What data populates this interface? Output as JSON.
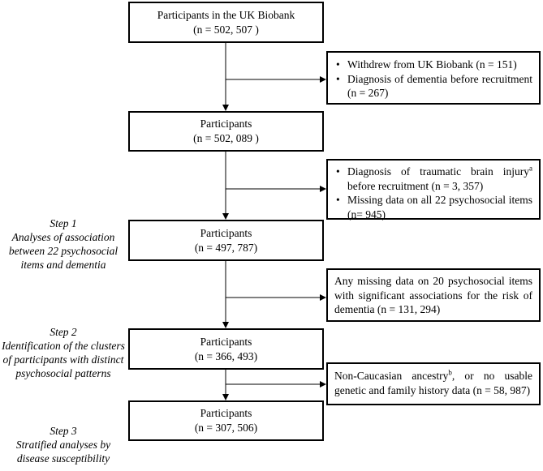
{
  "main_boxes": [
    {
      "title": "Participants in the UK Biobank",
      "count": "(n = 502, 507 )"
    },
    {
      "title": "Participants",
      "count": "(n = 502, 089 )"
    },
    {
      "title": "Participants",
      "count": "(n = 497, 787)"
    },
    {
      "title": "Participants",
      "count": "(n = 366, 493)"
    },
    {
      "title": "Participants",
      "count": "(n = 307, 506)"
    }
  ],
  "exclusions": {
    "box1": [
      "Withdrew from UK Biobank (n = 151)",
      "Diagnosis of dementia before recruitment (n = 267)"
    ],
    "box2": {
      "item1_before_sup": "Diagnosis of traumatic brain injury",
      "item1_sup": "a",
      "item1_after_sup": " before recruitment (n = 3, 357)",
      "item2": "Missing data on all 22 psychosocial items (n= 945)"
    },
    "box3": "Any missing data on 20 psychosocial items with significant associations for the risk of dementia (n = 131, 294)",
    "box4": {
      "before_sup": "Non-Caucasian ancestry",
      "sup": "b",
      "after_sup": ", or no usable genetic and family history data (n = 58, 987)"
    }
  },
  "steps": [
    {
      "label": "Step 1",
      "description": "Analyses of association between 22 psychosocial items and dementia"
    },
    {
      "label": "Step 2",
      "description": "Identification of the clusters of participants with distinct psychosocial patterns"
    },
    {
      "label": "Step 3",
      "description": "Stratified analyses by disease susceptibility"
    }
  ]
}
